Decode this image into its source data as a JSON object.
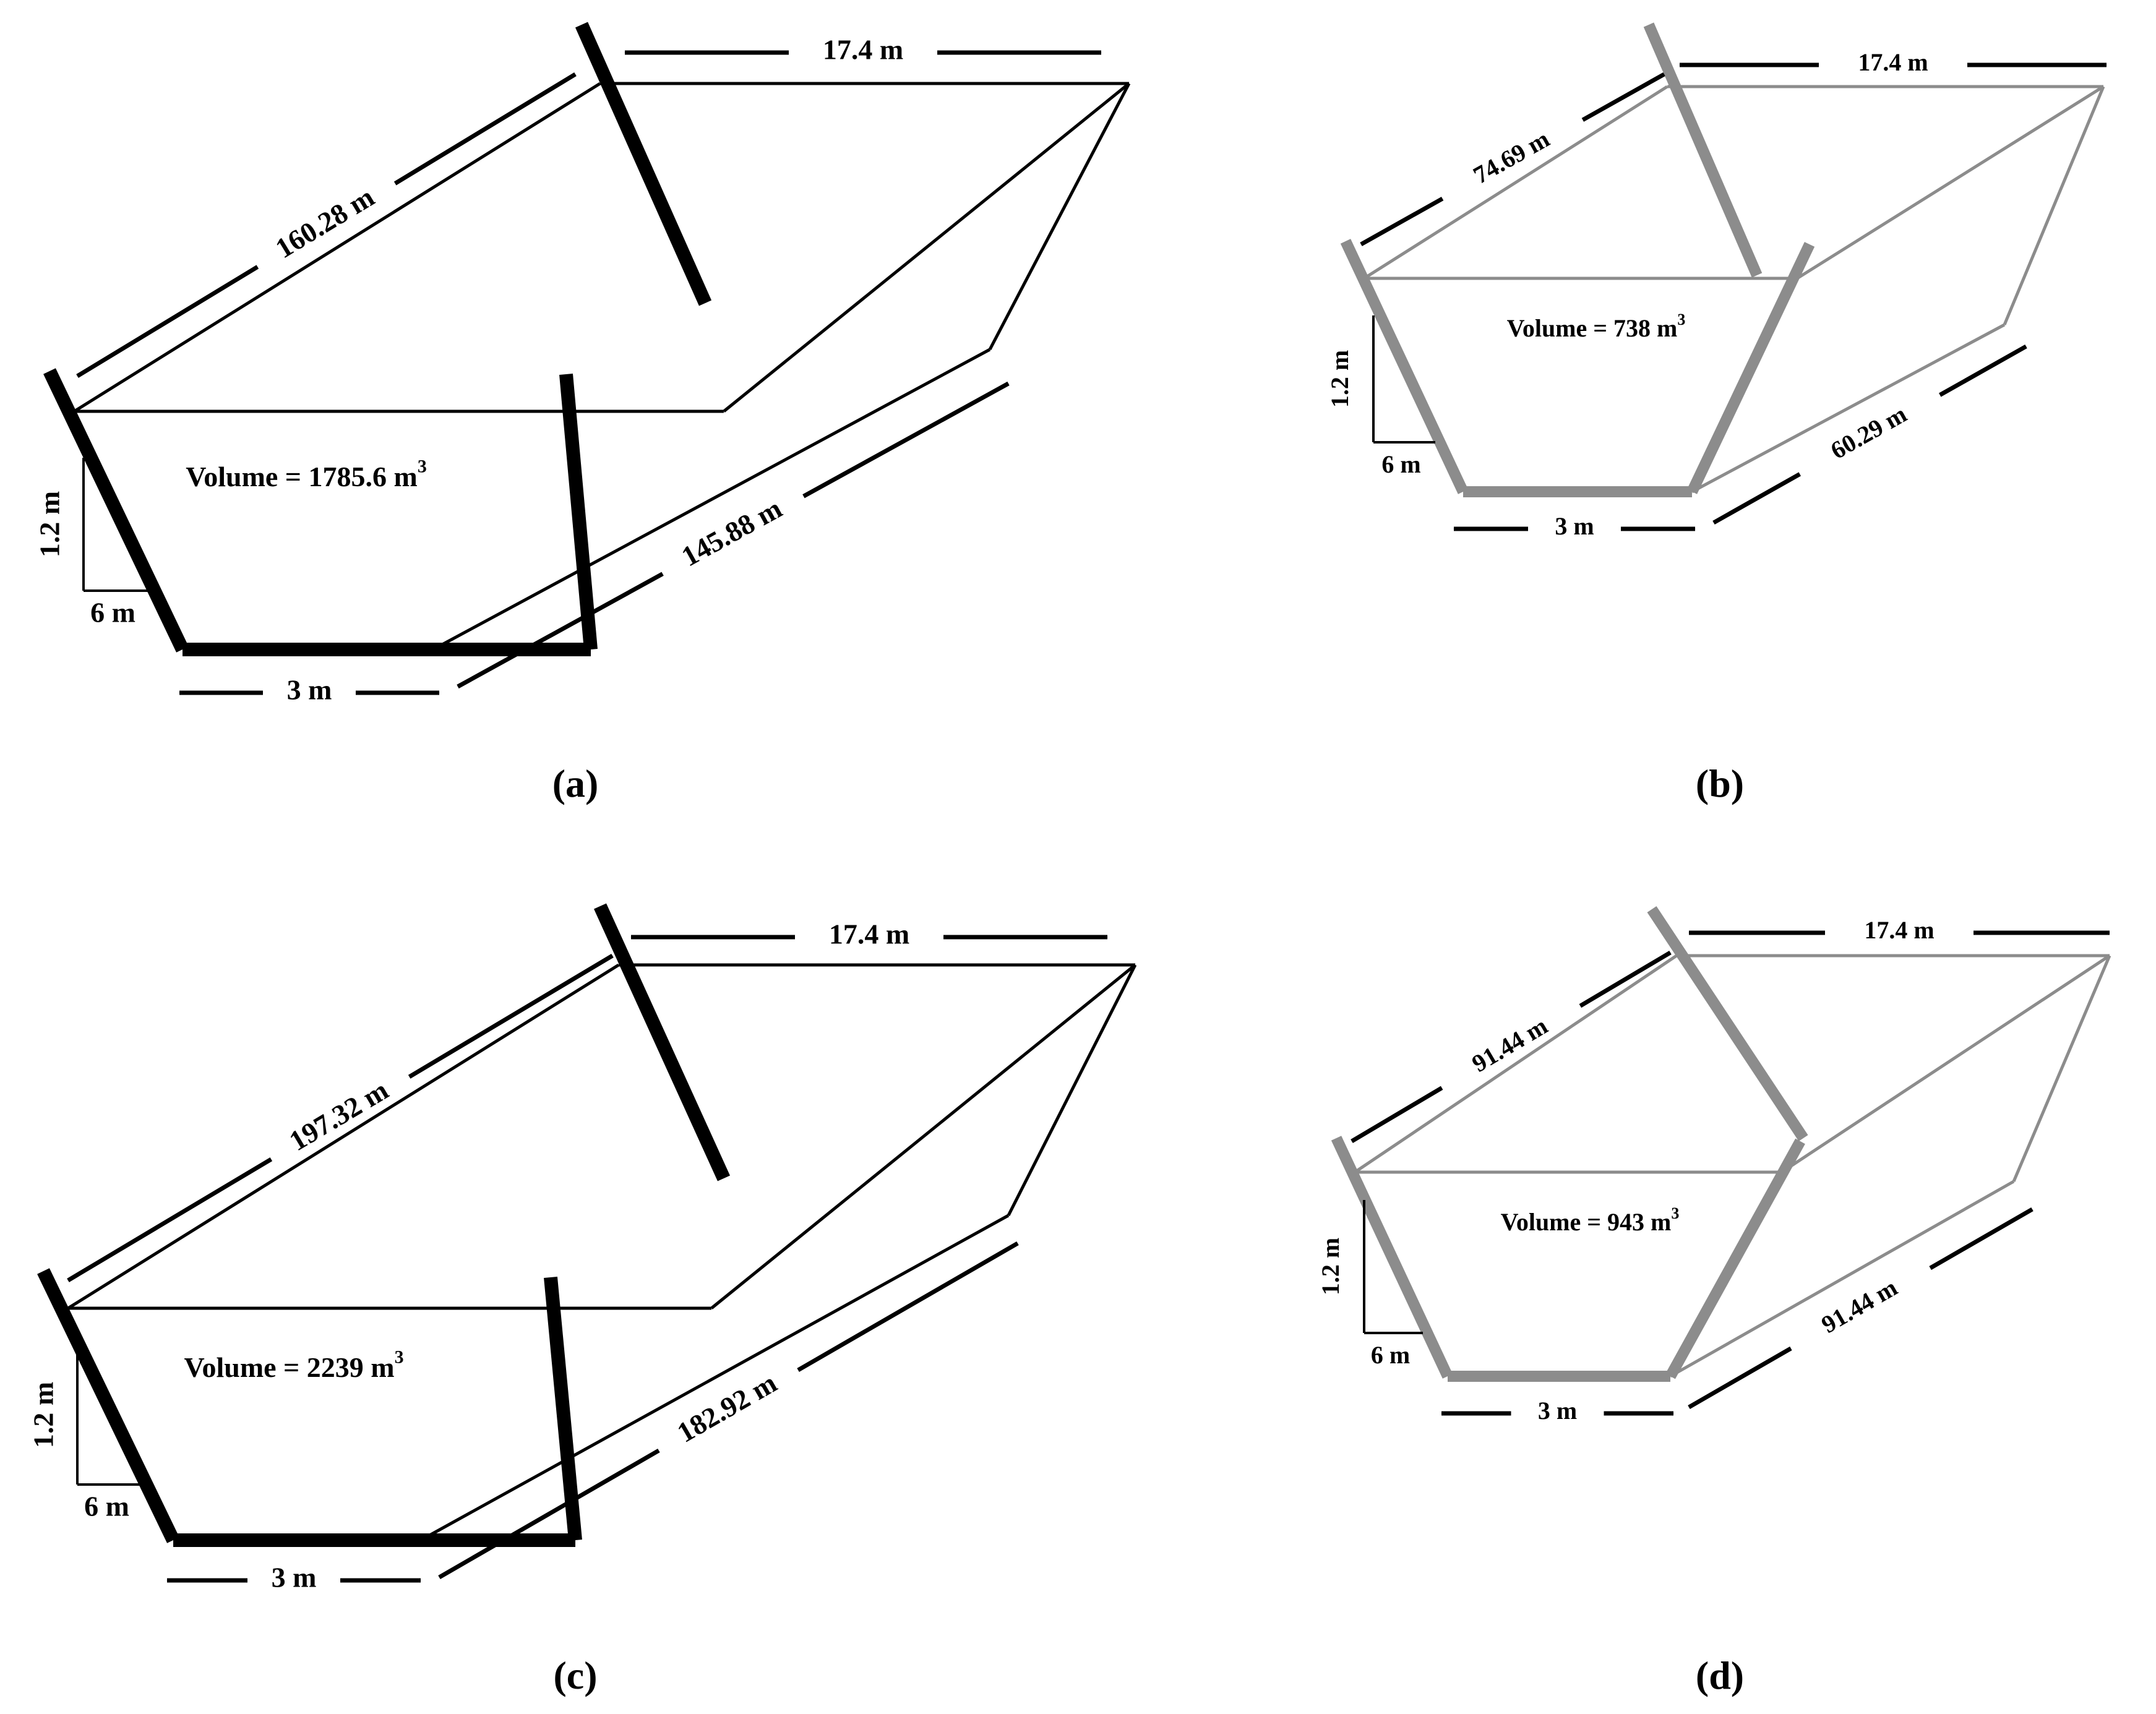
{
  "figure": {
    "panels": [
      {
        "caption": "(a)",
        "volume_label": "Volume = 1785.6 m",
        "volume_exponent": "3",
        "top_length": "160.28 m",
        "bottom_length": "145.88 m",
        "top_width": "17.4 m",
        "bottom_width": "3 m",
        "depth": "1.2 m",
        "side_slope": "6 m",
        "color": "#000000"
      },
      {
        "caption": "(b)",
        "volume_label": "Volume = 738 m",
        "volume_exponent": "3",
        "top_length": "74.69 m",
        "bottom_length": "60.29 m",
        "top_width": "17.4 m",
        "bottom_width": "3 m",
        "depth": "1.2 m",
        "side_slope": "6 m",
        "color": "#8c8c8c"
      },
      {
        "caption": "(c)",
        "volume_label": "Volume = 2239 m",
        "volume_exponent": "3",
        "top_length": "197.32 m",
        "bottom_length": "182.92 m",
        "top_width": "17.4 m",
        "bottom_width": "3 m",
        "depth": "1.2 m",
        "side_slope": "6 m",
        "color": "#000000"
      },
      {
        "caption": "(d)",
        "volume_label": "Volume = 943 m",
        "volume_exponent": "3",
        "top_length": "91.44 m",
        "bottom_length": "91.44 m",
        "top_width": "17.4 m",
        "bottom_width": "3 m",
        "depth": "1.2 m",
        "side_slope": "6 m",
        "color": "#8c8c8c"
      }
    ]
  }
}
